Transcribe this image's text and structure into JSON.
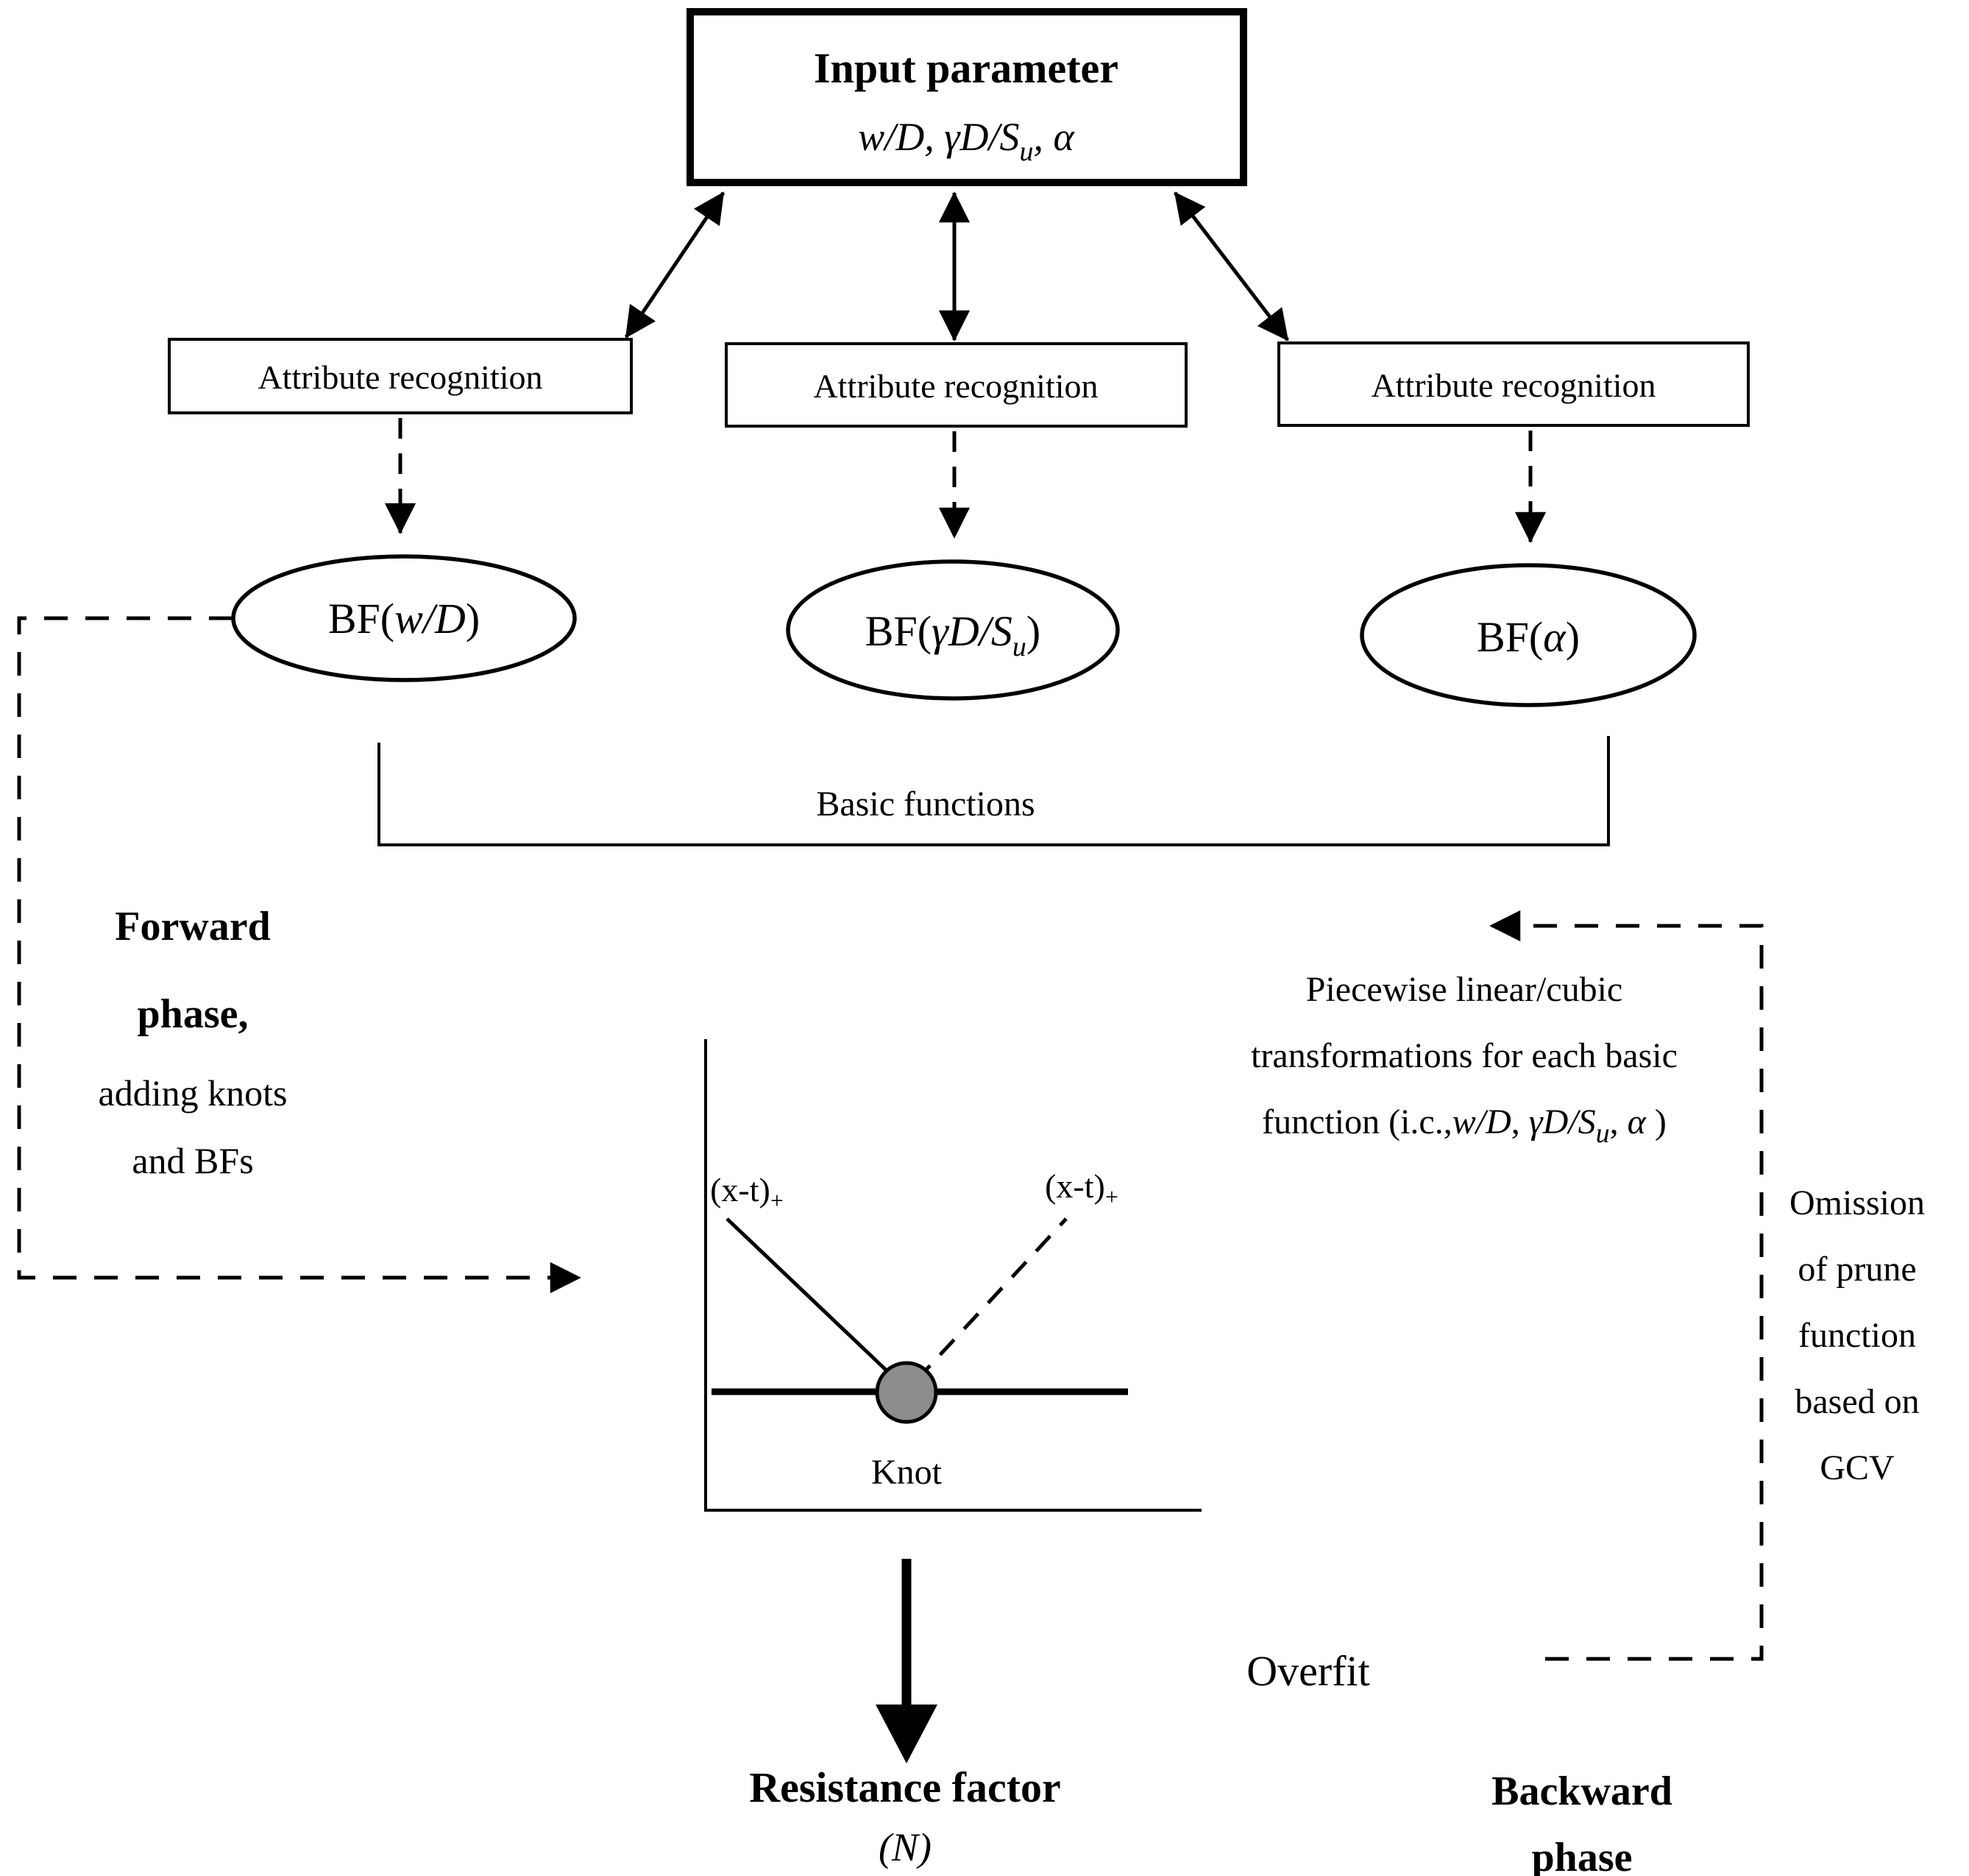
{
  "figure": {
    "input_box": {
      "title": "Input parameter",
      "formula": {
        "part1": "w/D, γD/S",
        "sub": "u",
        "part2": ", α"
      }
    },
    "attribute_recognition": {
      "left": "Attribute recognition",
      "middle": "Attribute recognition",
      "right": "Attribute recognition"
    },
    "basis_functions": {
      "left": {
        "pre": "BF(",
        "arg": "w/D",
        "post": ")"
      },
      "middle": {
        "pre": "BF(",
        "arg": "γD/S",
        "sub": "u",
        "post": ")"
      },
      "right": {
        "pre": "BF(",
        "arg": "α",
        "post": ")"
      }
    },
    "basic_functions_label": "Basic functions",
    "forward_phase": {
      "bold_line1": "Forward",
      "bold_line2": "phase,",
      "line3": "adding knots",
      "line4": "and BFs"
    },
    "piecewise_note": {
      "line1": "Piecewise linear/cubic",
      "line2": "transformations for each basic",
      "line3": {
        "p1": "function (i.c.,",
        "p2": "w/D",
        "p3": ", ",
        "p4": "γD/S",
        "sub": "u",
        "p5": ", ",
        "p6": "α",
        "p7": " )"
      }
    },
    "hinge_plot": {
      "left_label": {
        "base": "(x-t)",
        "sub": "+"
      },
      "right_label": {
        "base": "(x-t)",
        "sub": "+"
      },
      "knot_label": "Knot",
      "knot_color": "#8c8c8c"
    },
    "output": {
      "title": "Resistance factor",
      "symbol": "(N)"
    },
    "overfit_label": "Overfit",
    "backward_phase": {
      "line1": "Backward",
      "line2": "phase"
    },
    "gcv_note": {
      "line1": "Omission",
      "line2": "of prune",
      "line3": "function",
      "line4": "based on",
      "line5": "GCV"
    }
  }
}
